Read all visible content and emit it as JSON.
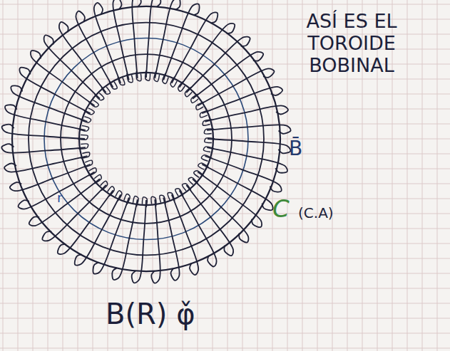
{
  "diagram": {
    "labels": [
      "ASÍ ES EL TOROIDE BOBINAL",
      "B̄",
      "C",
      "(C.A)",
      "B(R) φ̌",
      "r"
    ]
  }
}
